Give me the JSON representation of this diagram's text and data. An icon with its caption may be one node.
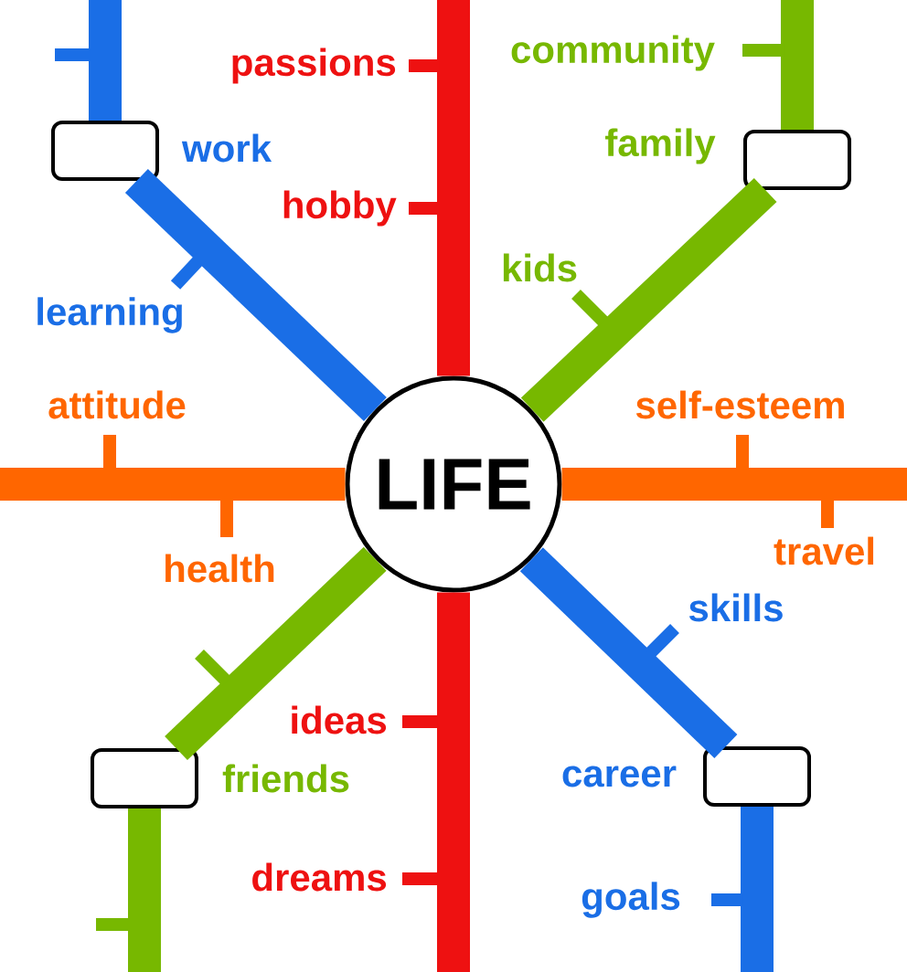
{
  "diagram": {
    "nodes": [
      {
        "text": [
          "LIFE"
        ]
      },
      {
        "text": [],
        "shape": "box",
        "beside": [
          "work"
        ]
      },
      {
        "text": [],
        "shape": "box",
        "beside": [
          "family"
        ]
      },
      {
        "text": [],
        "shape": "box",
        "beside": [
          "friends"
        ]
      },
      {
        "text": [],
        "shape": "box",
        "beside": [
          "career"
        ]
      }
    ],
    "edges": [
      {
        "from": 1,
        "to": 0,
        "arrow": "none",
        "color": "#1a6ee6"
      },
      {
        "from": 2,
        "to": 0,
        "arrow": "none",
        "color": "#77b800"
      },
      {
        "from": 3,
        "to": 0,
        "arrow": "none",
        "color": "#77b800"
      },
      {
        "from": 4,
        "to": 0,
        "arrow": "none",
        "color": "#1a6ee6"
      },
      {
        "from": null,
        "to": 1,
        "arrow": "none",
        "color": "#1a6ee6"
      },
      {
        "from": null,
        "to": 2,
        "arrow": "none",
        "color": "#77b800"
      },
      {
        "from": null,
        "to": 3,
        "arrow": "none",
        "color": "#77b800"
      },
      {
        "from": null,
        "to": 4,
        "arrow": "none",
        "color": "#1a6ee6"
      },
      {
        "from": null,
        "to": 0,
        "arrow": "none",
        "color": "#ee1111"
      },
      {
        "from": 0,
        "to": null,
        "arrow": "none",
        "color": "#ee1111"
      },
      {
        "from": null,
        "to": 0,
        "arrow": "none",
        "color": "#ff6600"
      },
      {
        "from": 0,
        "to": null,
        "arrow": "none",
        "color": "#ff6600"
      }
    ],
    "labels": [
      "passions",
      "community",
      "hobby",
      "kids",
      "learning",
      "attitude",
      "self-esteem",
      "health",
      "travel",
      "skills",
      "ideas",
      "dreams",
      "goals"
    ]
  }
}
